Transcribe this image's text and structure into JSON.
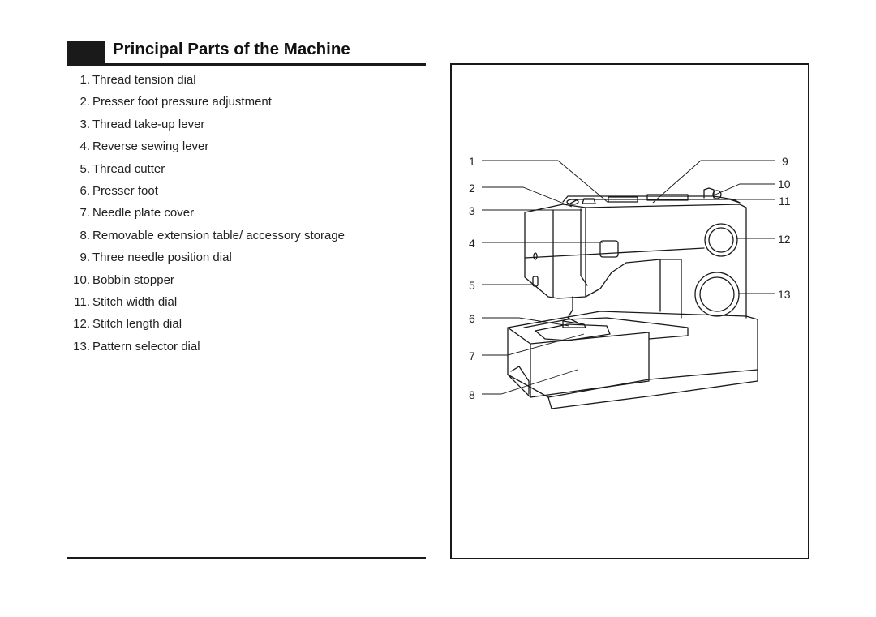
{
  "page": {
    "title": "Principal Parts of the Machine"
  },
  "parts": [
    {
      "number": "1.",
      "label": "Thread tension dial"
    },
    {
      "number": "2.",
      "label": "Presser foot pressure adjustment"
    },
    {
      "number": "3.",
      "label": "Thread take-up lever"
    },
    {
      "number": "4.",
      "label": "Reverse sewing lever"
    },
    {
      "number": "5.",
      "label": "Thread cutter"
    },
    {
      "number": "6.",
      "label": "Presser foot"
    },
    {
      "number": "7.",
      "label": "Needle plate cover"
    },
    {
      "number": "8.",
      "label": "Removable extension table/ accessory storage"
    },
    {
      "number": "9.",
      "label": "Three needle position dial"
    },
    {
      "number": "10.",
      "label": "Bobbin stopper"
    },
    {
      "number": "11.",
      "label": "Stitch width dial"
    },
    {
      "number": "12.",
      "label": "Stitch length dial"
    },
    {
      "number": "13.",
      "label": "Pattern selector dial"
    }
  ],
  "figure": {
    "callouts": [
      "1",
      "2",
      "3",
      "4",
      "5",
      "6",
      "7",
      "8",
      "9",
      "10",
      "11",
      "12",
      "13"
    ]
  }
}
